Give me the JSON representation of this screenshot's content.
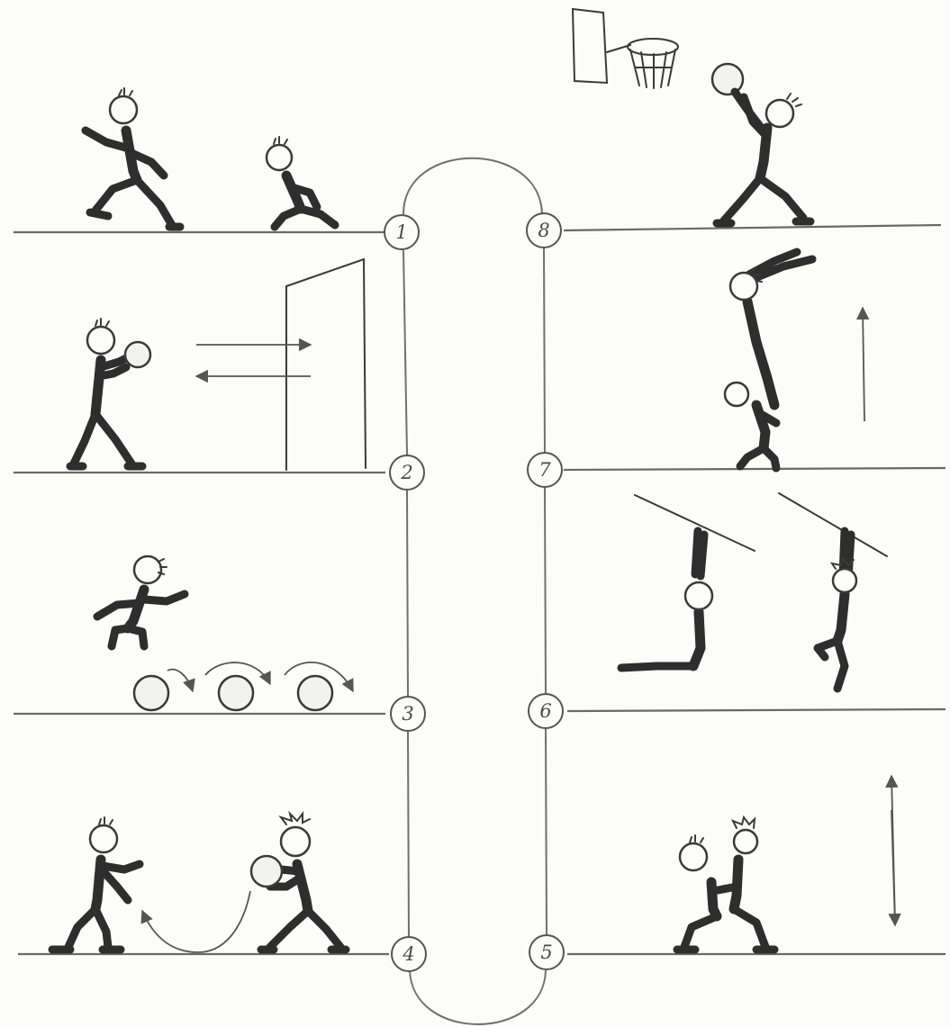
{
  "diagram": {
    "stations": [
      {
        "number": "1"
      },
      {
        "number": "2"
      },
      {
        "number": "3"
      },
      {
        "number": "4"
      },
      {
        "number": "5"
      },
      {
        "number": "6"
      },
      {
        "number": "7"
      },
      {
        "number": "8"
      }
    ],
    "icons": {
      "figure": "stick-figure-icon",
      "ball": "ball-icon",
      "hoop": "basketball-hoop-icon",
      "wall": "wall-target-icon",
      "bar": "hanging-bar-icon",
      "arrow": "arrow-icon"
    },
    "colors": {
      "ink": "#2e2e2e",
      "paper": "#fcfcf8",
      "line": "#6a6a6a"
    }
  }
}
